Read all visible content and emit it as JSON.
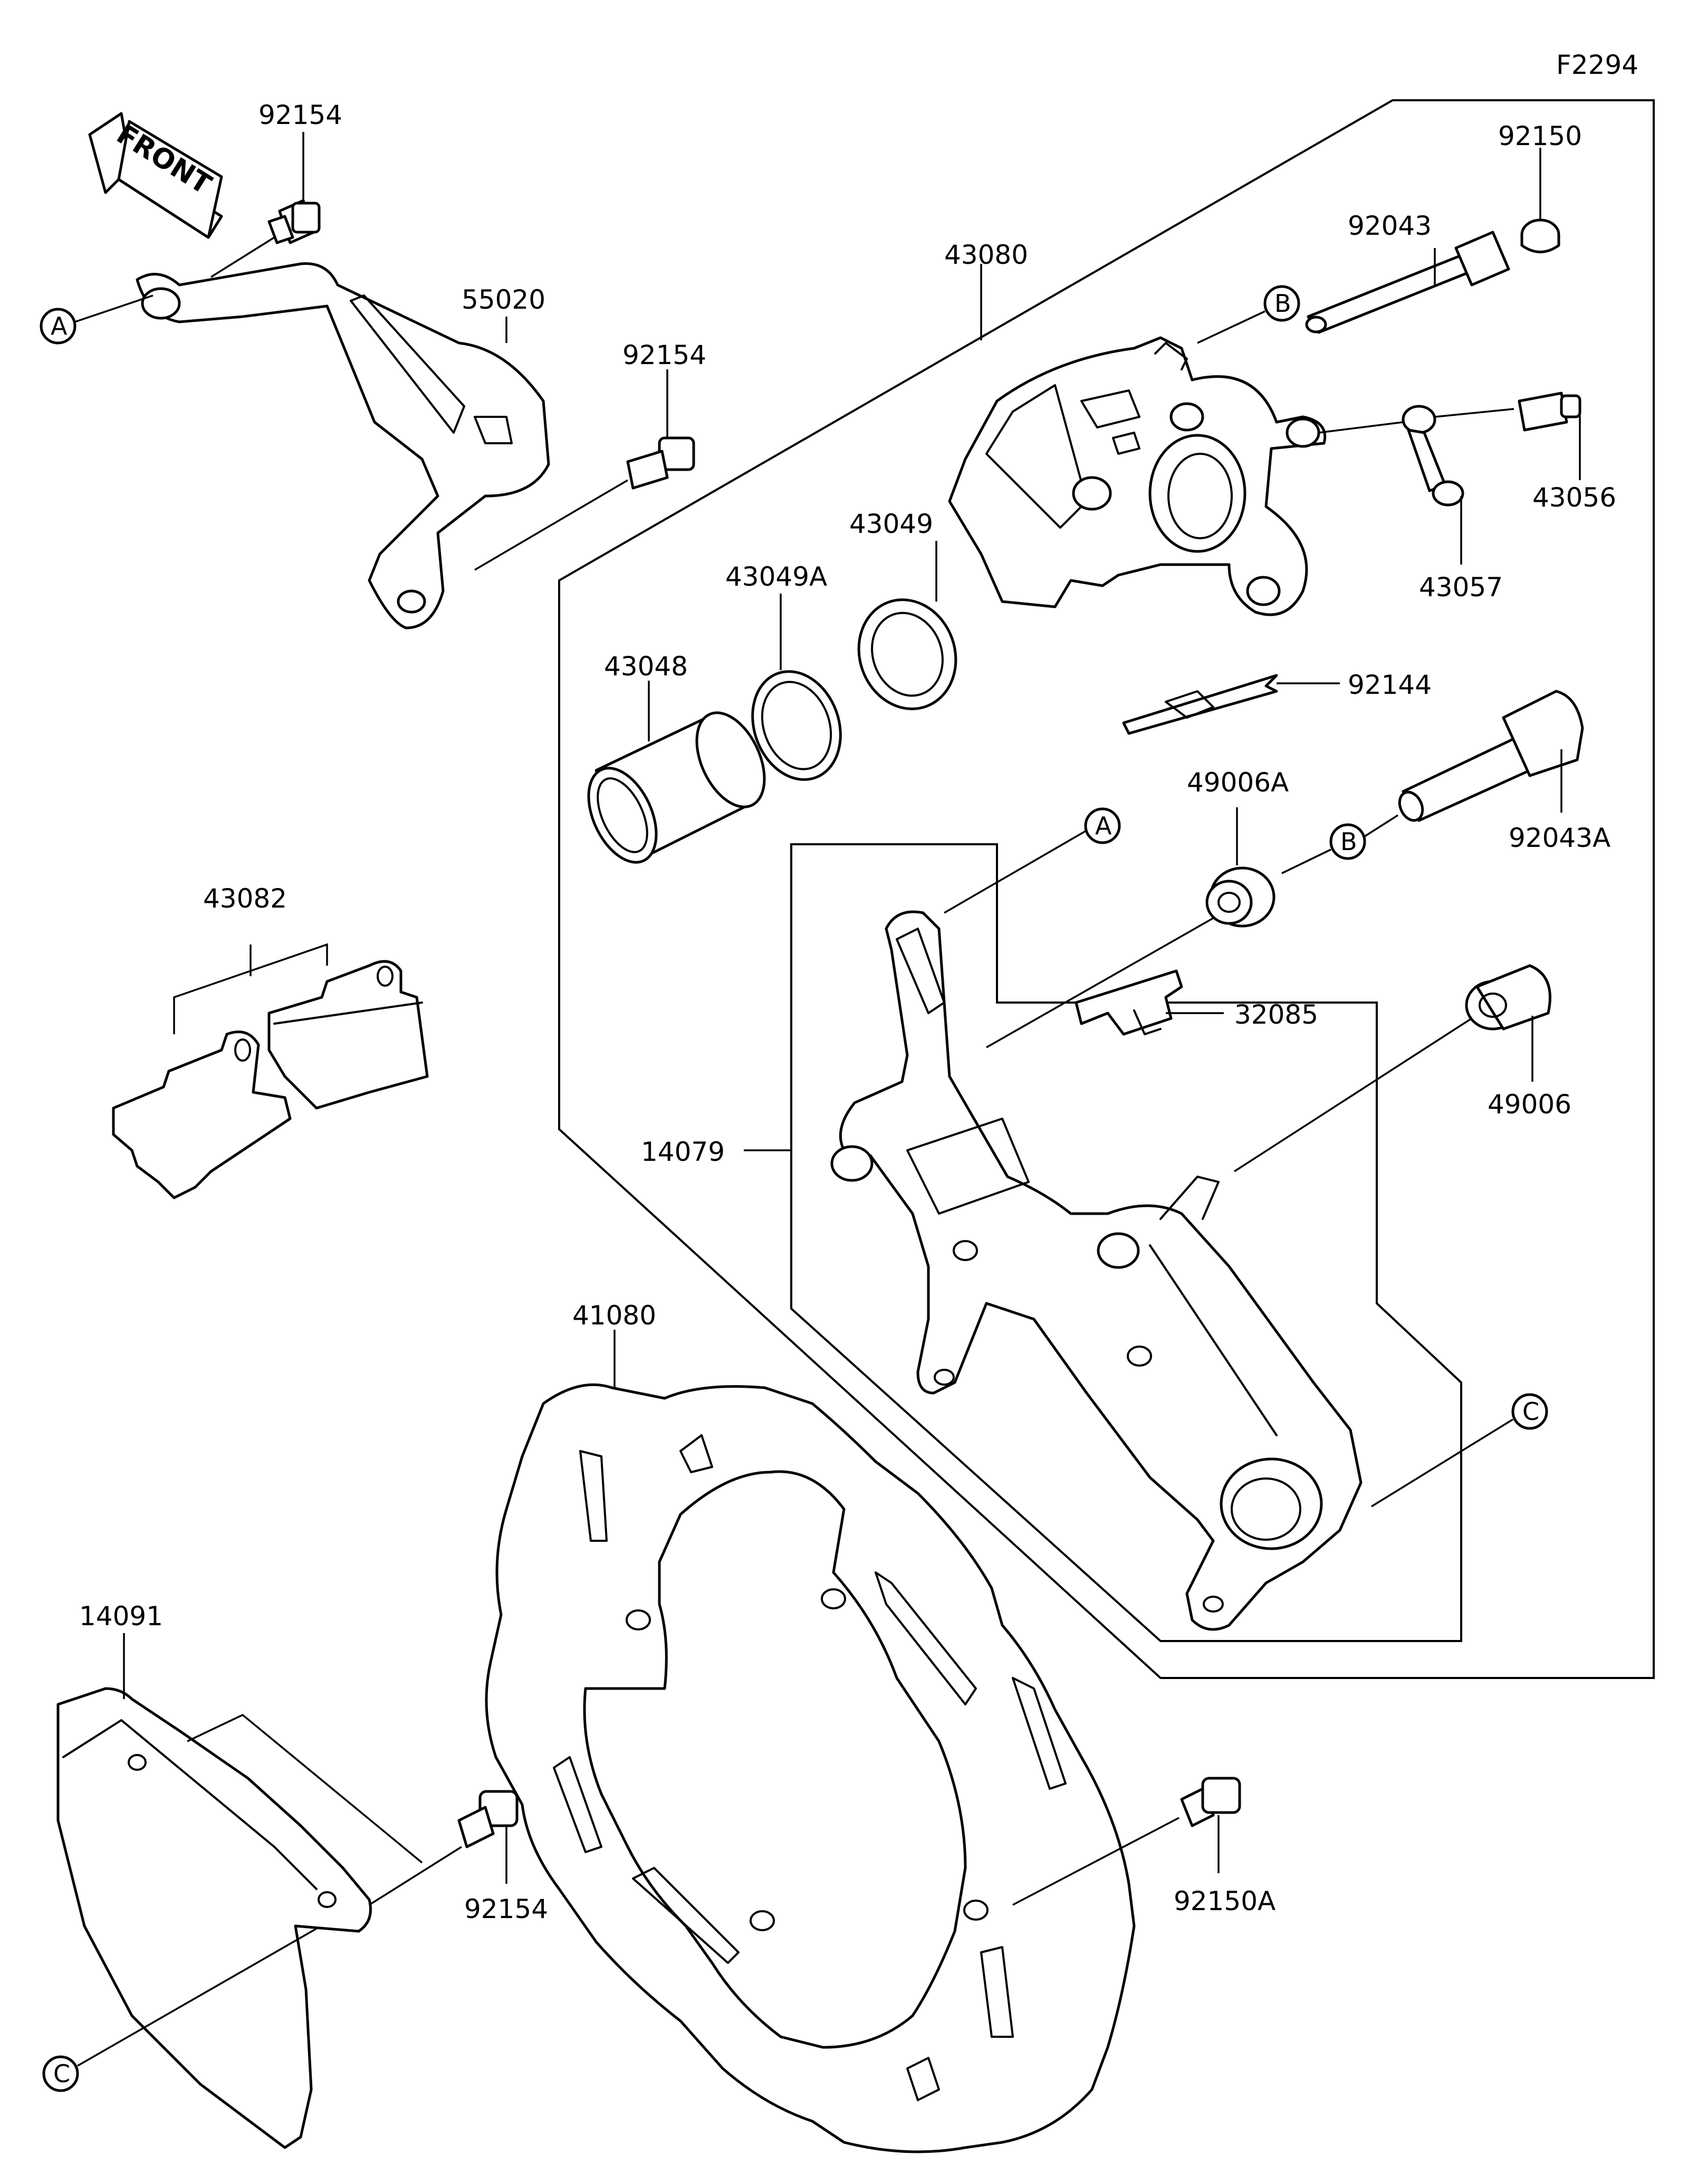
{
  "diagram_code": "F2294",
  "front_arrow_text": "FRONT",
  "parts": {
    "p92154_top": "92154",
    "p55020": "55020",
    "p92154_mid": "92154",
    "p43080": "43080",
    "p92150": "92150",
    "p92043": "92043",
    "p43056": "43056",
    "p43057": "43057",
    "p43049": "43049",
    "p43049A": "43049A",
    "p43048": "43048",
    "p92144": "92144",
    "p49006A": "49006A",
    "p92043A": "92043A",
    "p43082": "43082",
    "p32085": "32085",
    "p14079": "14079",
    "p49006": "49006",
    "p41080": "41080",
    "p14091": "14091",
    "p92150A": "92150A",
    "p92154_bot": "92154"
  },
  "refs": {
    "a1": "A",
    "a2": "A",
    "b1": "B",
    "b2": "B",
    "c1": "C",
    "c2": "C"
  }
}
